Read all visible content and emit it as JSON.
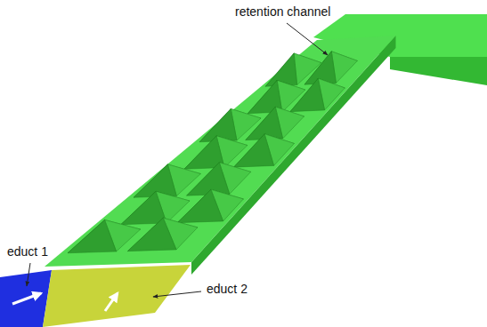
{
  "diagram": {
    "labels": [
      "retention channel",
      "educt 1",
      "educt 2"
    ]
  }
}
